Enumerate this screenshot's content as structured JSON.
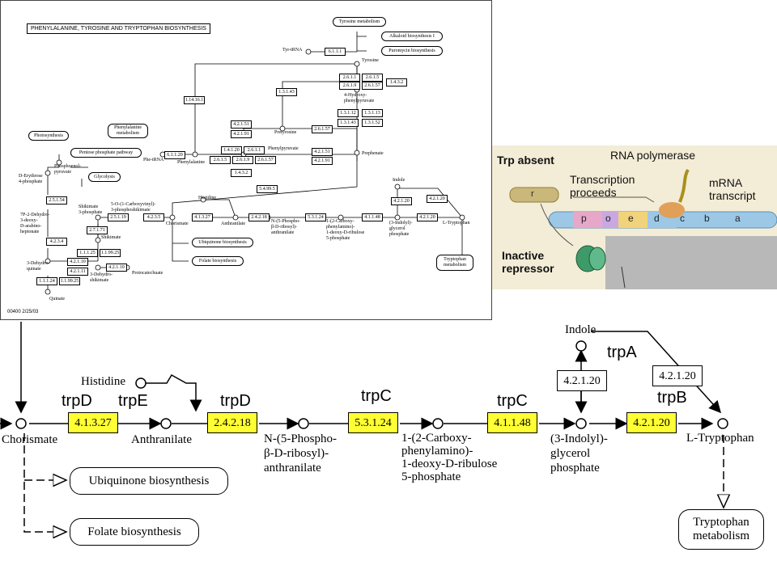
{
  "overview": {
    "title": "PHENYLALANINE, TYROSINE AND TRYPTOPHAN BIOSYNTHESIS",
    "footer": "00400 2/25/03",
    "compounds": {
      "tyrosine_metabolism": "Tyrosine metabolism",
      "alkaloid": "Alkaloid biosynthesis I",
      "puromycin": "Puromycin biosynthesis",
      "tyr_trna": "Tyr-tRNA",
      "tyrosine": "Tyrosine",
      "hydroxyphenylpyruvate": [
        "4-Hydroxy-",
        "phenylpyruvate"
      ],
      "photosynthesis": "Photosynthesis",
      "phenylalanine_metabolism": [
        "Phenylalanine",
        "metabolism"
      ],
      "pentose": "Pentose phosphate pathway",
      "glycolysis": "Glycolysis",
      "pep": [
        "Phosphoenol-",
        "pyruvate"
      ],
      "erythrose": [
        "D-Erythrose",
        "4-phosphate"
      ],
      "dahp": [
        "7P-2-Dehydro-",
        "3-deoxy-",
        "D-arabino-",
        "heptonate"
      ],
      "dehydroquinate": [
        "3-Dehydro-",
        "quinate"
      ],
      "quinate": "Quinate",
      "shikimate3p": [
        "Shikimate",
        "3-phosphate"
      ],
      "epsp": [
        "5-O-(1-Carboxyvinyl)-",
        "3-phosphoshikimate"
      ],
      "shikimate": "Shikimate",
      "dehydroshikimate": [
        "3-Dehydro-",
        "shikimate"
      ],
      "protocatechuate": "Protocatechuate",
      "phe_trna": "Phe-tRNA",
      "phenylalanine": "Phenylalanine",
      "phenylpyruvate": "Phenylpyruvate",
      "pretyrosine": "Pretyrosine",
      "prephenate": "Prephenate",
      "chorismate": "Chorismate",
      "histidine": "Histidine",
      "anthranilate": "Anthranilate",
      "prpa": [
        "N-(5-Phospho-",
        "β-D-ribosyl)-",
        "anthranilate"
      ],
      "cdrp": [
        "1-(2-Carboxy-",
        "phenylamino)-",
        "1-deoxy-D-ribulose",
        "5-phosphate"
      ],
      "igp": [
        "(3-Indolyl)-",
        "glycerol",
        "phosphate"
      ],
      "indole": "Indole",
      "tryptophan": "L-Tryptophan",
      "trp_metabolism": [
        "Tryptophan",
        "metabolism"
      ],
      "ubiquinone": "Ubiquinone biosynthesis",
      "folate": "Folate biosynthesis"
    },
    "enzymes": {
      "e6111": "6.1.1.1",
      "e2611a": "2.6.1.1",
      "e2615a": "2.6.1.5",
      "e2619a": "2.6.1.9",
      "e26157a": "2.6.1.57",
      "e1432a": "1.4.3.2",
      "e13143a": "1.3.1.43",
      "e13112": "1.3.1.12",
      "e13113": "1.3.1.13",
      "e13143b": "1.3.1.43",
      "e13152": "1.3.1.52",
      "e114161": "1.14.16.1",
      "e42151a": "4.2.1.51",
      "e42191a": "4.2.1.91",
      "e26157b": "2.6.1.57",
      "e1412": "1.4.1.20",
      "e2611b": "2.6.1.1",
      "e2615b": "2.6.1.5",
      "e2619b": "2.6.1.9",
      "e26157c": "2.6.1.57",
      "e1432b": "1.4.3.2",
      "e42151b": "4.2.1.51",
      "e42191b": "4.2.1.91",
      "e6112": "6.1.1.20",
      "e25154": "2.5.1.54",
      "e4234": "4.2.3.4",
      "e42110a": "4.2.1.10",
      "e42111": "4.2.1.11",
      "e11124": "1.1.1.24",
      "e119925a": "1.1.99.25",
      "e25119": "2.5.1.19",
      "e4235": "4.2.3.5",
      "e27171": "2.7.1.71",
      "e11125": "1.1.1.25",
      "e119925b": "1.1.99.25",
      "e42110b": "4.2.1.10",
      "e54995": "5.4.99.5",
      "e41327": "4.1.3.27",
      "e24218": "2.4.2.18",
      "e53124": "5.3.1.24",
      "e41148": "4.1.1.48",
      "e42120a": "4.2.1.20",
      "e42120b": "4.2.1.20",
      "e42120c": "4.2.1.20"
    }
  },
  "operon": {
    "title": "Trp absent",
    "rna_polymerase": "RNA polymerase",
    "transcription": [
      "Transcription",
      "proceeds"
    ],
    "mrna": [
      "mRNA",
      "transcript"
    ],
    "repressor": [
      "Inactive",
      "repressor"
    ],
    "r_label": "r",
    "genes": [
      "p",
      "o",
      "e",
      "d",
      "c",
      "b",
      "a"
    ]
  },
  "zoom": {
    "compounds": {
      "chorismate": "Chorismate",
      "histidine": "Histidine",
      "anthranilate": "Anthranilate",
      "prpa": [
        "N-(5-Phospho-",
        "β-D-ribosyl)-",
        "anthranilate"
      ],
      "cdrp": [
        "1-(2-Carboxy-",
        "phenylamino)-",
        "1-deoxy-D-ribulose",
        "5-phosphate"
      ],
      "igp": [
        "(3-Indolyl)-",
        "glycerol",
        "phosphate"
      ],
      "indole": "Indole",
      "tryptophan": "L-Tryptophan",
      "ubiquinone": "Ubiquinone biosynthesis",
      "folate": "Folate biosynthesis",
      "trp_metabolism": [
        "Tryptophan",
        "metabolism"
      ]
    },
    "enzymes": {
      "e41327": "4.1.3.27",
      "e24218": "2.4.2.18",
      "e53124": "5.3.1.24",
      "e41148": "4.1.1.48",
      "e42120_main": "4.2.1.20",
      "e42120_indole": "4.2.1.20",
      "e42120_side": "4.2.1.20"
    },
    "genes": {
      "trpD_left": "trpD",
      "trpE": "trpE",
      "trpD_right": "trpD",
      "trpC_left": "trpC",
      "trpC_right": "trpC",
      "trpA": "trpA",
      "trpB": "trpB"
    }
  },
  "colors": {
    "highlight_enzyme": "#ffff33",
    "operon_background": "#f3ecd6",
    "dna_blue": "#9cc8e6",
    "repressor_green": "#3f9a6a"
  }
}
